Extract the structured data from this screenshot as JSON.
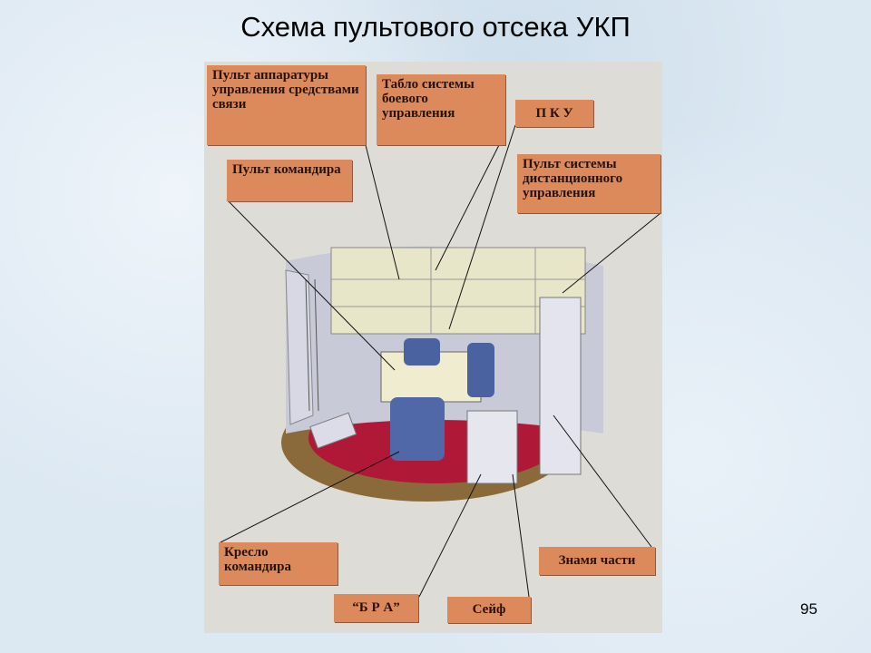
{
  "title": "Схема пультового отсека УКП",
  "labels": {
    "comm_console": "Пульт аппаратуры управления средствами связи",
    "combat_board": "Табло системы боевого управления",
    "pku": "П К У",
    "remote_console": "Пульт системы дистанционного управления",
    "commander_console": "Пульт командира",
    "commander_chair": "Кресло командира",
    "bra": "“Б Р А”",
    "safe": "Сейф",
    "banner": "Знамя части"
  },
  "page_number": "95"
}
